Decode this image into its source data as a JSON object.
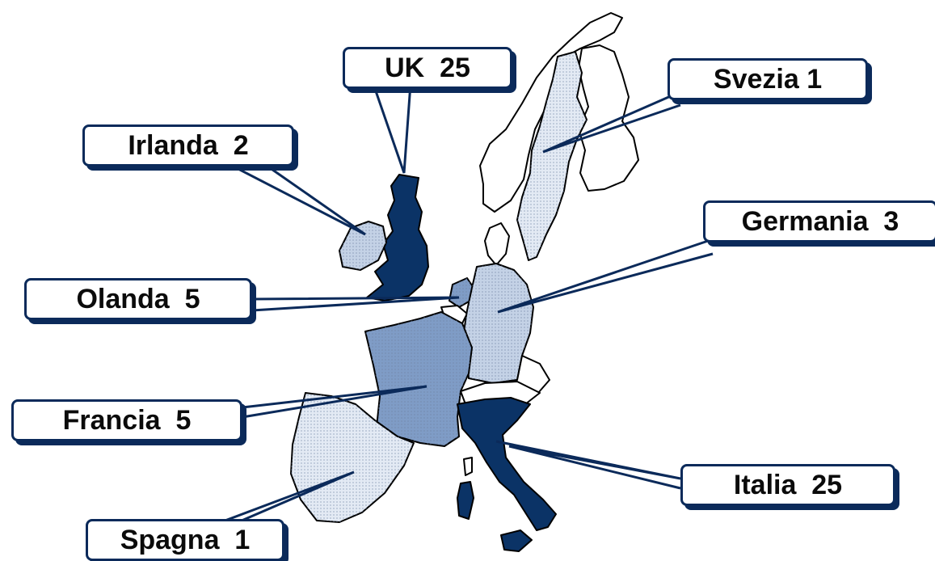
{
  "map": {
    "colors": {
      "high": "#0b3366",
      "mid": "#7f9cc6",
      "low": "#c4d2e6",
      "lowest": "#e3eaf4",
      "none": "#ffffff",
      "outline": "#000000",
      "leader": "#0b2a5a"
    },
    "countries": [
      {
        "id": "uk",
        "label": "UK",
        "value": 25,
        "level": "high"
      },
      {
        "id": "ireland",
        "label": "Irlanda",
        "value": 2,
        "level": "low"
      },
      {
        "id": "sweden",
        "label": "Svezia",
        "value": 1,
        "level": "lowest"
      },
      {
        "id": "germany",
        "label": "Germania",
        "value": 3,
        "level": "low"
      },
      {
        "id": "netherlands",
        "label": "Olanda",
        "value": 5,
        "level": "mid"
      },
      {
        "id": "france",
        "label": "Francia",
        "value": 5,
        "level": "mid"
      },
      {
        "id": "italy",
        "label": "Italia",
        "value": 25,
        "level": "high"
      },
      {
        "id": "spain",
        "label": "Spagna",
        "value": 1,
        "level": "lowest"
      }
    ],
    "labels": {
      "uk": "UK  25",
      "ireland": "Irlanda  2",
      "sweden": "Svezia 1",
      "germany": "Germania  3",
      "netherlands": "Olanda  5",
      "france": "Francia  5",
      "italy": "Italia  25",
      "spain": "Spagna  1"
    }
  }
}
